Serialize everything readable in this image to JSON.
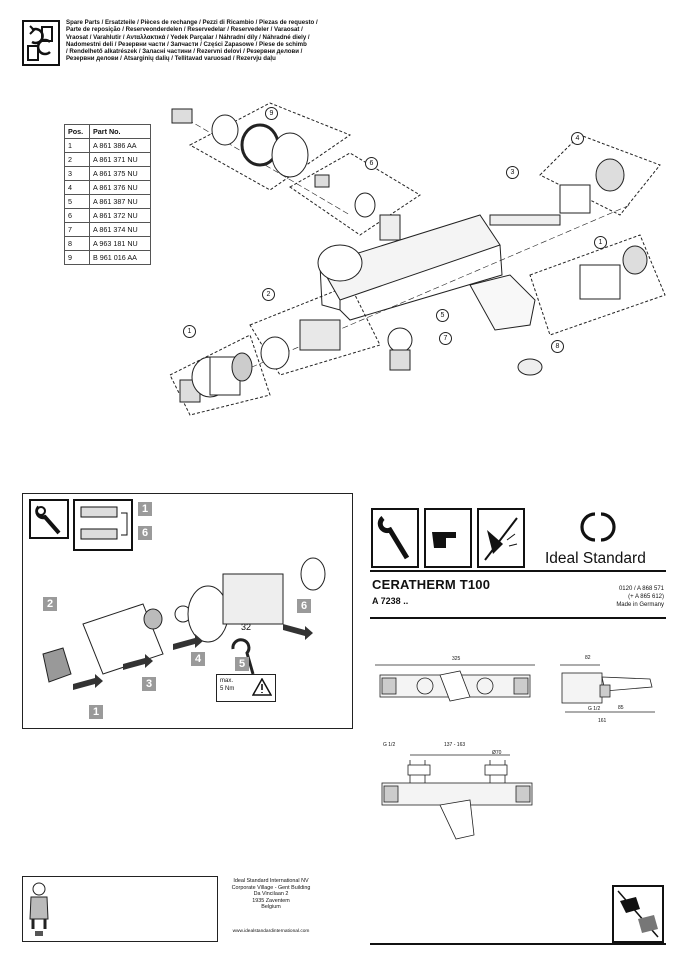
{
  "header": {
    "languages_lines": [
      "Spare Parts / Ersatzteile / Pièces de rechange / Pezzi di Ricambio / Piezas de requesto /",
      "Parte de reposição / Reserveonderdelen / Reservedelar / Reservedeler / Varaosat /",
      "Vraosat / Varahlutir / Ανταλλακτικά / Yedek Parçalar / Náhradní díly / Náhradné diely /",
      "Nadomestni deli / Резервни части / Запчасти / Części Zapasowe / Piese de schimb",
      "/ Rendelhető alkatrészek / Заласні частини / Rezervni delovi / Резервни делови /",
      "Резервни делови / Atsarginių dalių / Tellitavad varuosad / Rezervju daļu"
    ],
    "icon": "spare-parts-icon"
  },
  "parts_table": {
    "headers": [
      "Pos.",
      "Part No."
    ],
    "rows": [
      [
        "1",
        "A 861 386 AA"
      ],
      [
        "2",
        "A 861 371 NU"
      ],
      [
        "3",
        "A 861 375 NU"
      ],
      [
        "4",
        "A 861 376 NU"
      ],
      [
        "5",
        "A 861 387 NU"
      ],
      [
        "6",
        "A 861 372 NU"
      ],
      [
        "7",
        "A 861 374 NU"
      ],
      [
        "8",
        "A 963 181 NU"
      ],
      [
        "9",
        "B 961 016 AA"
      ]
    ]
  },
  "exploded_callouts": [
    "1",
    "2",
    "3",
    "4",
    "5",
    "6",
    "7",
    "8",
    "9",
    "1"
  ],
  "replacement": {
    "steps": [
      "1",
      "2",
      "3",
      "4",
      "5",
      "6"
    ],
    "sequence_top": "1",
    "sequence_bottom": "6",
    "wrench_size": "32",
    "torque_line1": "max.",
    "torque_line2": "5 Nm"
  },
  "brand": {
    "name": "Ideal Standard"
  },
  "product": {
    "model": "CERATHERM T100",
    "code": "A 7238 .."
  },
  "doc_info": {
    "line1": "0120 / A 868 571",
    "line2": "(+ A 865 612)",
    "line3": "Made in Germany"
  },
  "dimensions": {
    "width_325": "325",
    "depth_82": "82",
    "depth_161": "161",
    "dim_85": "85",
    "thread_a": "G 1/2",
    "thread_b": "G 1/2",
    "centers": "137 - 163",
    "diameter": "Ø70"
  },
  "footer": {
    "address_lines": [
      "Ideal Standard International NV",
      "Corporate Village - Gent Building",
      "Da Vincilaan 2",
      "1935 Zaventem",
      "Belgium"
    ],
    "url": "www.idealstandardinternational.com"
  }
}
